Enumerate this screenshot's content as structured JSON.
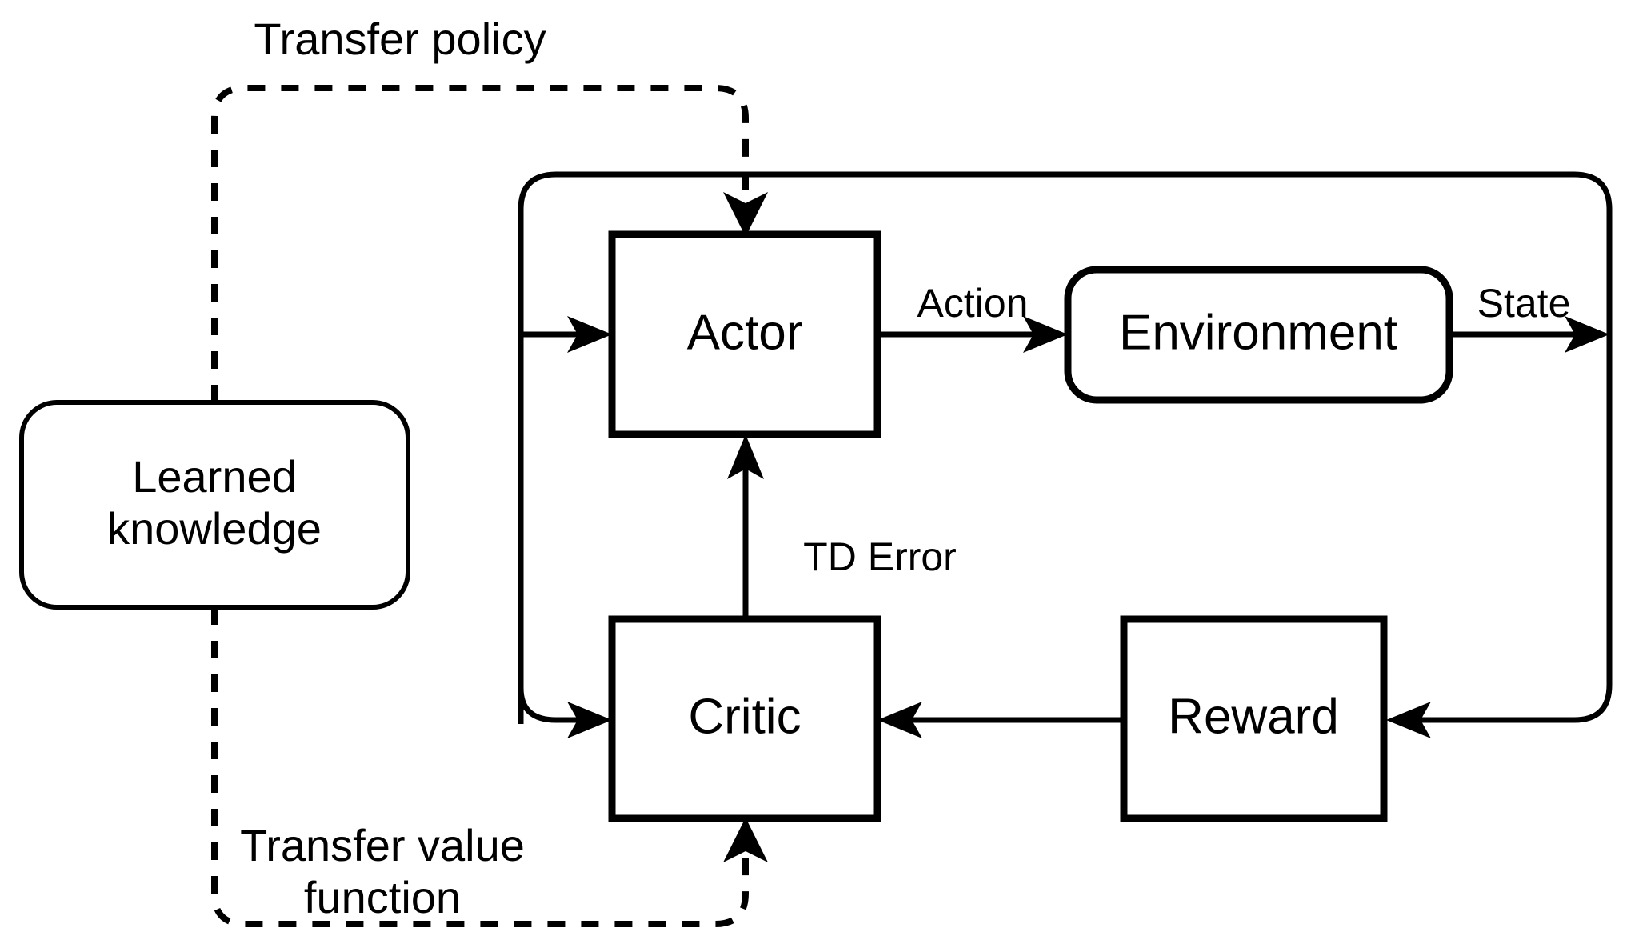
{
  "diagram": {
    "title": "Actor-Critic reinforcement learning with transfer of learned knowledge",
    "colors": {
      "background": "#ffffff",
      "stroke": "#000000",
      "fill": "#ffffff"
    },
    "nodes": [
      {
        "id": "learned-knowledge",
        "label_line1": "Learned",
        "label_line2": "knowledge",
        "shape": "rounded-rectangle",
        "border": "thin"
      },
      {
        "id": "actor",
        "label": "Actor",
        "shape": "rectangle",
        "border": "thick"
      },
      {
        "id": "critic",
        "label": "Critic",
        "shape": "rectangle",
        "border": "thick"
      },
      {
        "id": "environment",
        "label": "Environment",
        "shape": "rounded-rectangle",
        "border": "thick"
      },
      {
        "id": "reward",
        "label": "Reward",
        "shape": "rectangle",
        "border": "thick"
      }
    ],
    "edges": [
      {
        "id": "actor-to-environment",
        "label": "Action",
        "style": "solid",
        "from": "actor",
        "to": "environment"
      },
      {
        "id": "environment-to-loop",
        "label": "State",
        "style": "solid",
        "from": "environment",
        "to": "feedback-loop"
      },
      {
        "id": "critic-to-actor",
        "label": "TD Error",
        "style": "solid",
        "from": "critic",
        "to": "actor"
      },
      {
        "id": "reward-to-critic",
        "label": "",
        "style": "solid",
        "from": "reward",
        "to": "critic"
      },
      {
        "id": "loop-to-reward",
        "label": "",
        "style": "solid",
        "from": "feedback-loop",
        "to": "reward"
      },
      {
        "id": "state-to-actor",
        "label": "",
        "style": "solid",
        "from": "feedback-loop",
        "to": "actor"
      },
      {
        "id": "state-to-critic",
        "label": "",
        "style": "solid",
        "from": "feedback-loop",
        "to": "critic"
      },
      {
        "id": "transfer-policy",
        "label": "Transfer policy",
        "style": "dashed",
        "from": "learned-knowledge",
        "to": "actor"
      },
      {
        "id": "transfer-value-function",
        "label_line1": "Transfer value",
        "label_line2": "function",
        "style": "dashed",
        "from": "learned-knowledge",
        "to": "critic"
      }
    ],
    "labels": {
      "transfer_policy": "Transfer policy",
      "transfer_value_line1": "Transfer value",
      "transfer_value_line2": "function",
      "action": "Action",
      "state": "State",
      "td_error": "TD Error",
      "actor": "Actor",
      "critic": "Critic",
      "environment": "Environment",
      "reward": "Reward",
      "learned_line1": "Learned",
      "learned_line2": "knowledge"
    }
  }
}
